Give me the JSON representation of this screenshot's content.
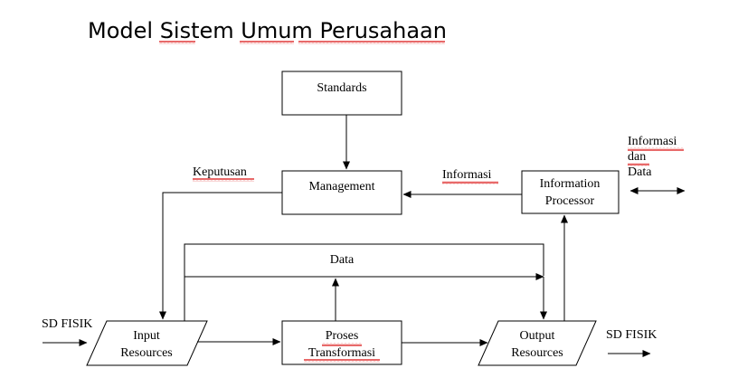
{
  "title": "Model Sistem Umum Perusahaan",
  "nodes": {
    "standards": "Standards",
    "management": "Management",
    "info_processor": [
      "Information",
      "Processor"
    ],
    "input_resources": [
      "Input",
      "Resources"
    ],
    "proses_transformasi": [
      "Proses",
      "Transformasi"
    ],
    "output_resources": [
      "Output",
      "Resources"
    ]
  },
  "labels": {
    "keputusan": "Keputusan",
    "informasi": "Informasi",
    "data": "Data",
    "informasi_dan_data": [
      "Informasi",
      "dan",
      "Data"
    ],
    "sd_fisik_in": "SD FISIK",
    "sd_fisik_out": "SD FISIK"
  },
  "colors": {
    "line": "#000000",
    "spellcheck": "#dd2222"
  }
}
